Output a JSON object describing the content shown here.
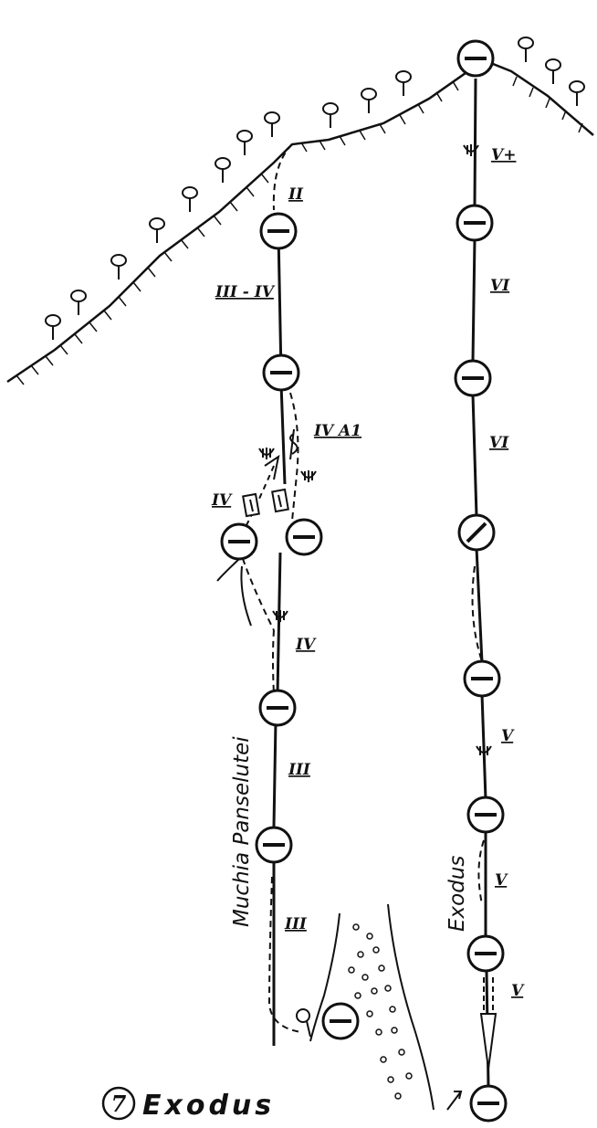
{
  "caption": {
    "number": "7",
    "title": "Exodus"
  },
  "routes": [
    {
      "name": "Muchia Panselutei"
    },
    {
      "name": "Exodus"
    }
  ],
  "grades": {
    "left": [
      "II",
      "III - IV",
      "IV A1",
      "IV",
      "IV",
      "III",
      "III"
    ],
    "right": [
      "V+",
      "VI",
      "VI",
      "V",
      "V",
      "V"
    ]
  },
  "colors": {
    "ink": "#111111",
    "paper": "#ffffff"
  }
}
